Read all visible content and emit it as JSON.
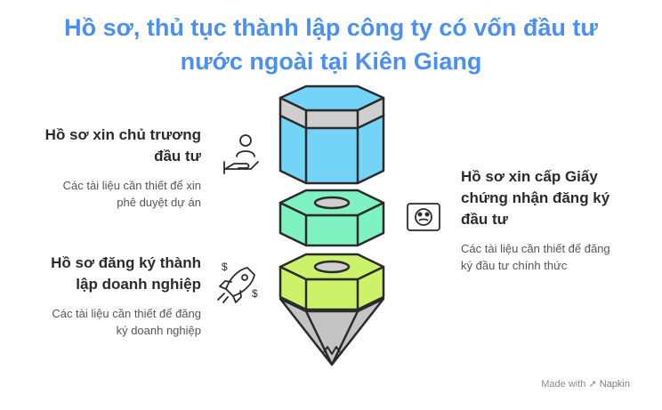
{
  "title": {
    "line1": "Hồ sơ, thủ tục thành lập công ty có vốn đầu tư",
    "line2": "nước ngoài tại Kiên Giang"
  },
  "blocks": [
    {
      "heading_line1": "Hồ sơ xin chủ trương",
      "heading_line2": "đầu tư",
      "desc_line1": "Các tài liệu cần thiết để xin",
      "desc_line2": "phê duyệt dự án",
      "icon": "hand-person-icon",
      "color": "#74d4f7"
    },
    {
      "heading_line1": "Hồ sơ xin cấp Giấy",
      "heading_line2": "chứng nhận đăng ký",
      "heading_line3": "đầu tư",
      "desc_line1": "Các tài liệu cần thiết để đăng",
      "desc_line2": "ký đầu tư chính thức",
      "icon": "certificate-icon",
      "color": "#7ef2c0"
    },
    {
      "heading_line1": "Hồ sơ đăng ký thành",
      "heading_line2": "lập doanh nghiệp",
      "desc_line1": "Các tài liệu cần thiết để đăng",
      "desc_line2": "ký doanh nghiệp",
      "icon": "rocket-icon",
      "color": "#ccf26a"
    }
  ],
  "footer": {
    "made_with": "Made with",
    "brand": "Napkin"
  }
}
